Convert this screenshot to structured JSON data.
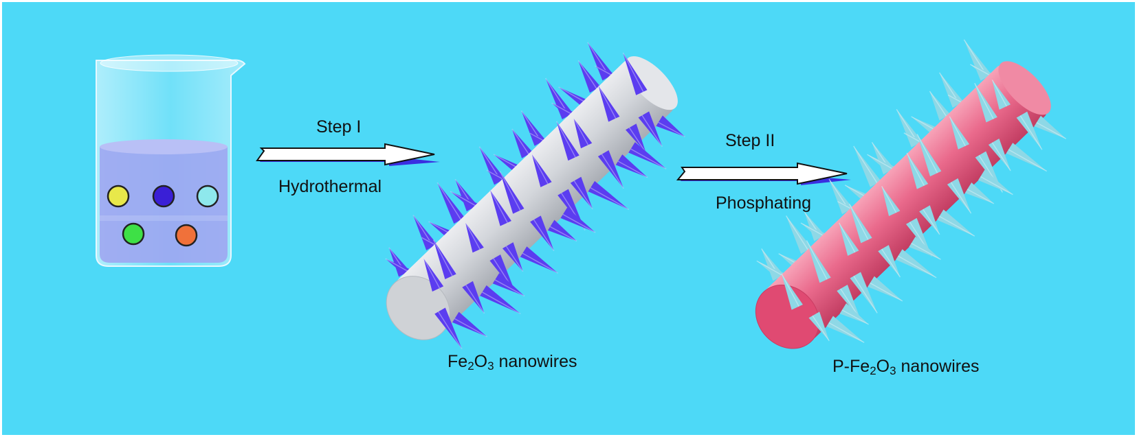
{
  "colors": {
    "background": "#4dd9f7",
    "fe2o3_rod": "#c9cdd3",
    "fe2o3_spikes": "#5b3df0",
    "p_fe2o3_rod": "#e5537a",
    "p_fe2o3_spikes": "#8ed8e6",
    "solution": "#9ea6f1",
    "arrow_shadow": "#3a2fe0",
    "ion_colors": [
      "#e8e84a",
      "#3a1fd6",
      "#8ee8ec",
      "#3ee046",
      "#f0713a"
    ]
  },
  "steps": [
    {
      "title": "Step I",
      "method": "Hydrothermal"
    },
    {
      "title": "Step II",
      "method": "Phosphating"
    }
  ],
  "products": [
    {
      "prefix": "Fe",
      "sub1": "2",
      "mid": "O",
      "sub2": "3",
      "suffix": " nanowires"
    },
    {
      "prefix": "P-Fe",
      "sub1": "2",
      "mid": "O",
      "sub2": "3",
      "suffix": " nanowires"
    }
  ]
}
